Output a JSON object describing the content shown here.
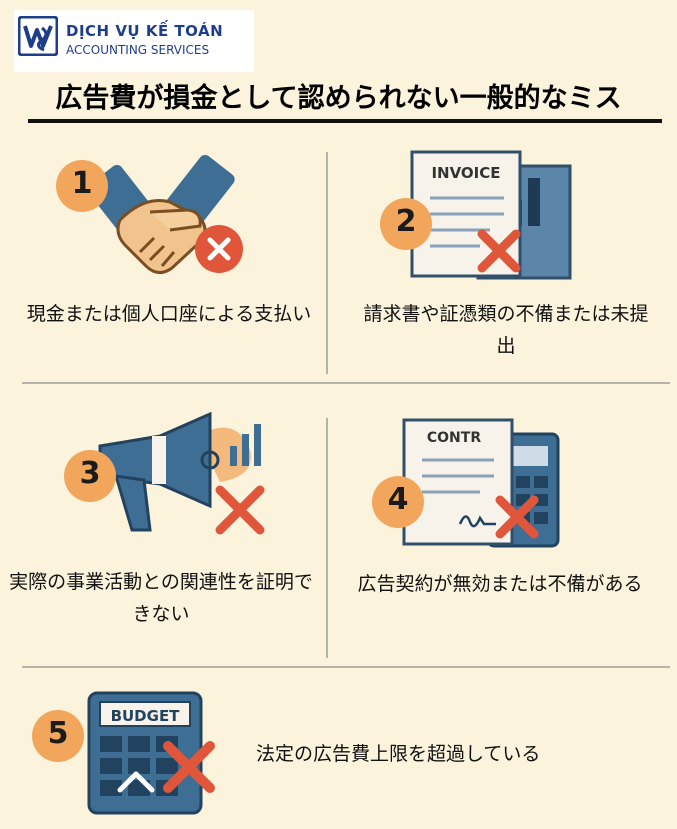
{
  "logo": {
    "line1": "DỊCH VỤ KẾ TOÁN",
    "line2": "ACCOUNTING SERVICES",
    "icon": "logo-mark-icon"
  },
  "title": "広告費が損金として認められない一般的なミス",
  "items": [
    {
      "number": "1",
      "caption": "現金または個人口座による支払い",
      "icon": "handshake-icon"
    },
    {
      "number": "2",
      "caption": "請求書や証憑類の不備または未提出",
      "icon": "invoice-icon",
      "doc_label": "INVOICE"
    },
    {
      "number": "3",
      "caption": "実際の事業活動との関連性を証明できない",
      "icon": "megaphone-icon"
    },
    {
      "number": "4",
      "caption": "広告契約が無効または不備がある",
      "icon": "contract-icon",
      "doc_label": "CONTR"
    },
    {
      "number": "5",
      "caption": "法定の広告費上限を超過している",
      "icon": "budget-calculator-icon",
      "doc_label": "BUDGET"
    }
  ],
  "colors": {
    "background": "#fcf3dd",
    "badge": "#f2a65c",
    "cross": "#e0563b",
    "icon_blue": "#3e6e93",
    "logo_blue": "#1f3e8a"
  }
}
